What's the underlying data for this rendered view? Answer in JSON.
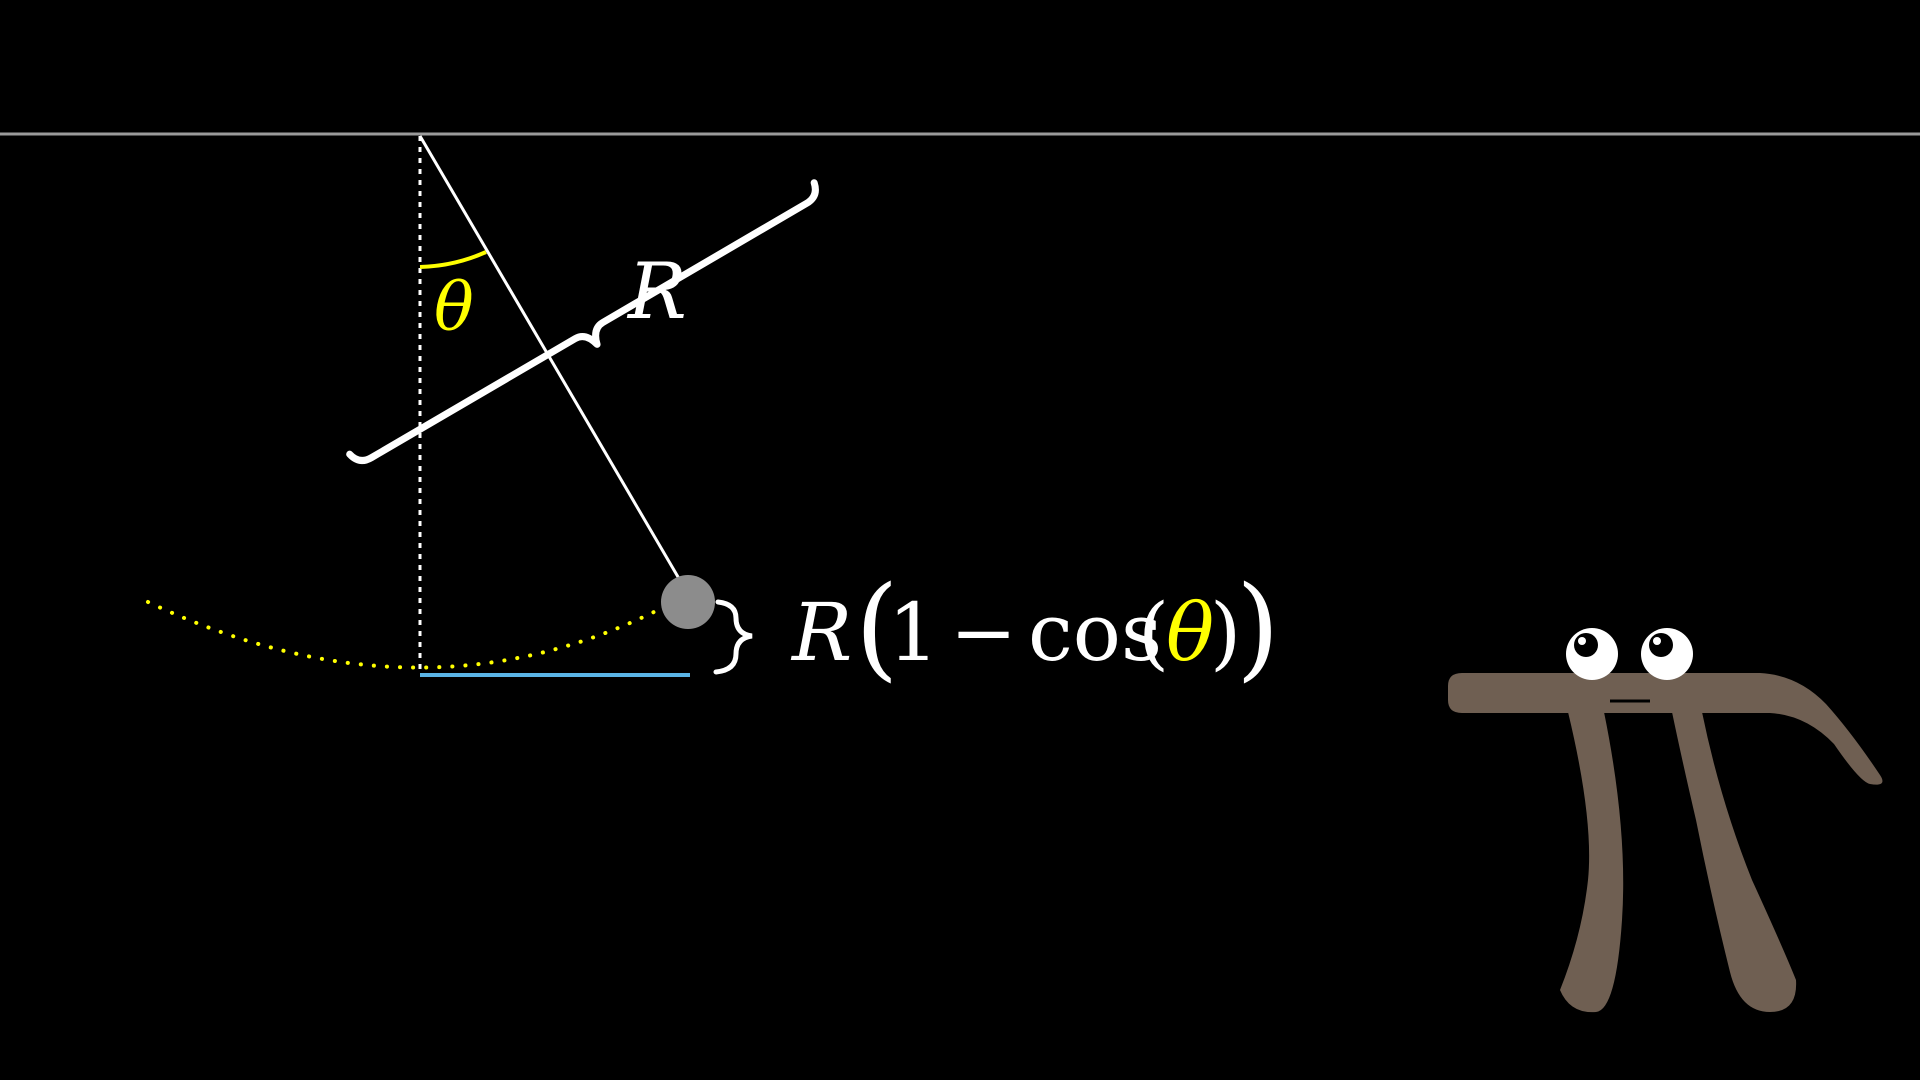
{
  "labels": {
    "length": "R",
    "angle": "θ",
    "height_expr": {
      "R": "R",
      "open_big": "(",
      "one": "1",
      "minus": "−",
      "cos": "cos",
      "open_small": "(",
      "theta": "θ",
      "close_small": ")",
      "close_big": ")"
    }
  },
  "colors": {
    "background": "#000000",
    "ceiling": "#9a9a9a",
    "rod": "#ffffff",
    "angle": "#ffff00",
    "path": "#ffff00",
    "height_line": "#5ab4e6",
    "bob": "#8c8c8c",
    "pi_body": "#6f5f52"
  },
  "icons": {
    "pi_creature": "pi-creature-icon",
    "brace": "curly-brace-icon"
  }
}
